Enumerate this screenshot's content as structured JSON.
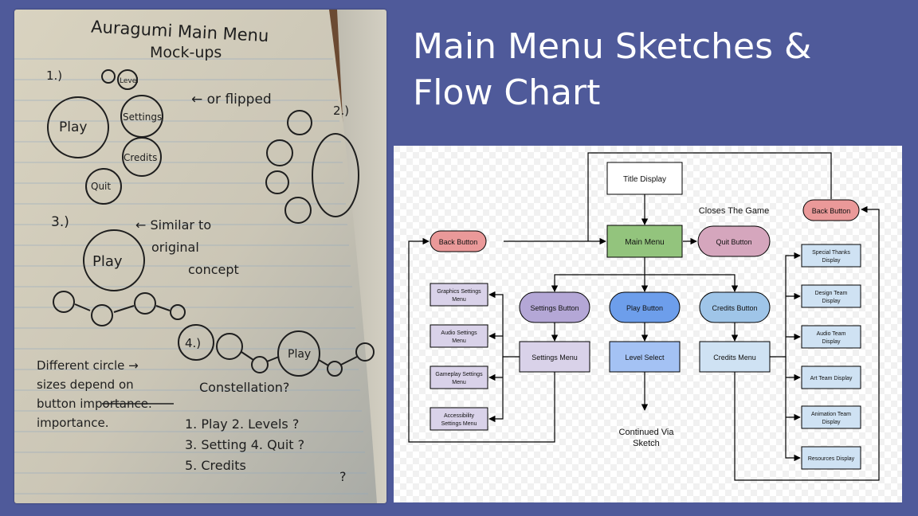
{
  "slide": {
    "title_line1": "Main Menu Sketches &",
    "title_line2": "Flow Chart"
  },
  "sketch": {
    "heading_line1": "Auragumi Main Menu",
    "heading_line2": "Mock-ups",
    "option1_marker": "1.)",
    "option1_circles": [
      "Play",
      "Settings",
      "Credits",
      "Quit",
      "Level"
    ],
    "flipped_note": "← or flipped",
    "option2_marker": "2.)",
    "option3_marker": "3.)",
    "option3_play": "Play",
    "option3_note_line1": "← Similar to",
    "option3_note_line2": "original",
    "option3_note_line3": "concept",
    "option4_marker": "4.)",
    "option4_play": "Play",
    "note_line1": "Different circle →",
    "note_line2": "sizes depend on",
    "note_line3": "button importance.",
    "note_line4": "importance.",
    "constellation": "Constellation?",
    "list_line1": "1. Play   2. Levels  ?",
    "list_line2": "3. Setting  4. Quit  ?",
    "list_line3": "5. Credits",
    "list_q": "?"
  },
  "flowchart": {
    "title_display": "Title Display",
    "main_menu": "Main Menu",
    "closes_the_game": "Closes The Game",
    "quit_button": "Quit Button",
    "back_button_left": "Back Button",
    "back_button_right": "Back Button",
    "settings_button": "Settings Button",
    "play_button": "Play Button",
    "credits_button": "Credits Button",
    "settings_menu": "Settings Menu",
    "level_select": "Level Select",
    "credits_menu": "Credits Menu",
    "continued_line1": "Continued Via",
    "continued_line2": "Sketch",
    "graphics_line1": "Graphics Settings",
    "graphics_line2": "Menu",
    "audio_line1": "Audio Settings",
    "audio_line2": "Menu",
    "gameplay_line1": "Gameplay Settings",
    "gameplay_line2": "Menu",
    "access_line1": "Accessibility",
    "access_line2": "Settings Menu",
    "thanks_line1": "Special Thanks",
    "thanks_line2": "Display",
    "design_line1": "Design Team",
    "design_line2": "Display",
    "audioteam_line1": "Audio Team",
    "audioteam_line2": "Display",
    "art_team": "Art Team Display",
    "anim_line1": "Animation Team",
    "anim_line2": "Display",
    "resources": "Resources Display",
    "colors": {
      "main_menu": "#93c47d",
      "back_button": "#ea9999",
      "quit_button": "#d5a6bd",
      "settings": "#b4a7d6",
      "settings_menu": "#d9d2e9",
      "play": "#6d9eeb",
      "level_select": "#a4c2f4",
      "credits": "#9fc5e8",
      "credits_menu": "#cfe2f3"
    }
  }
}
